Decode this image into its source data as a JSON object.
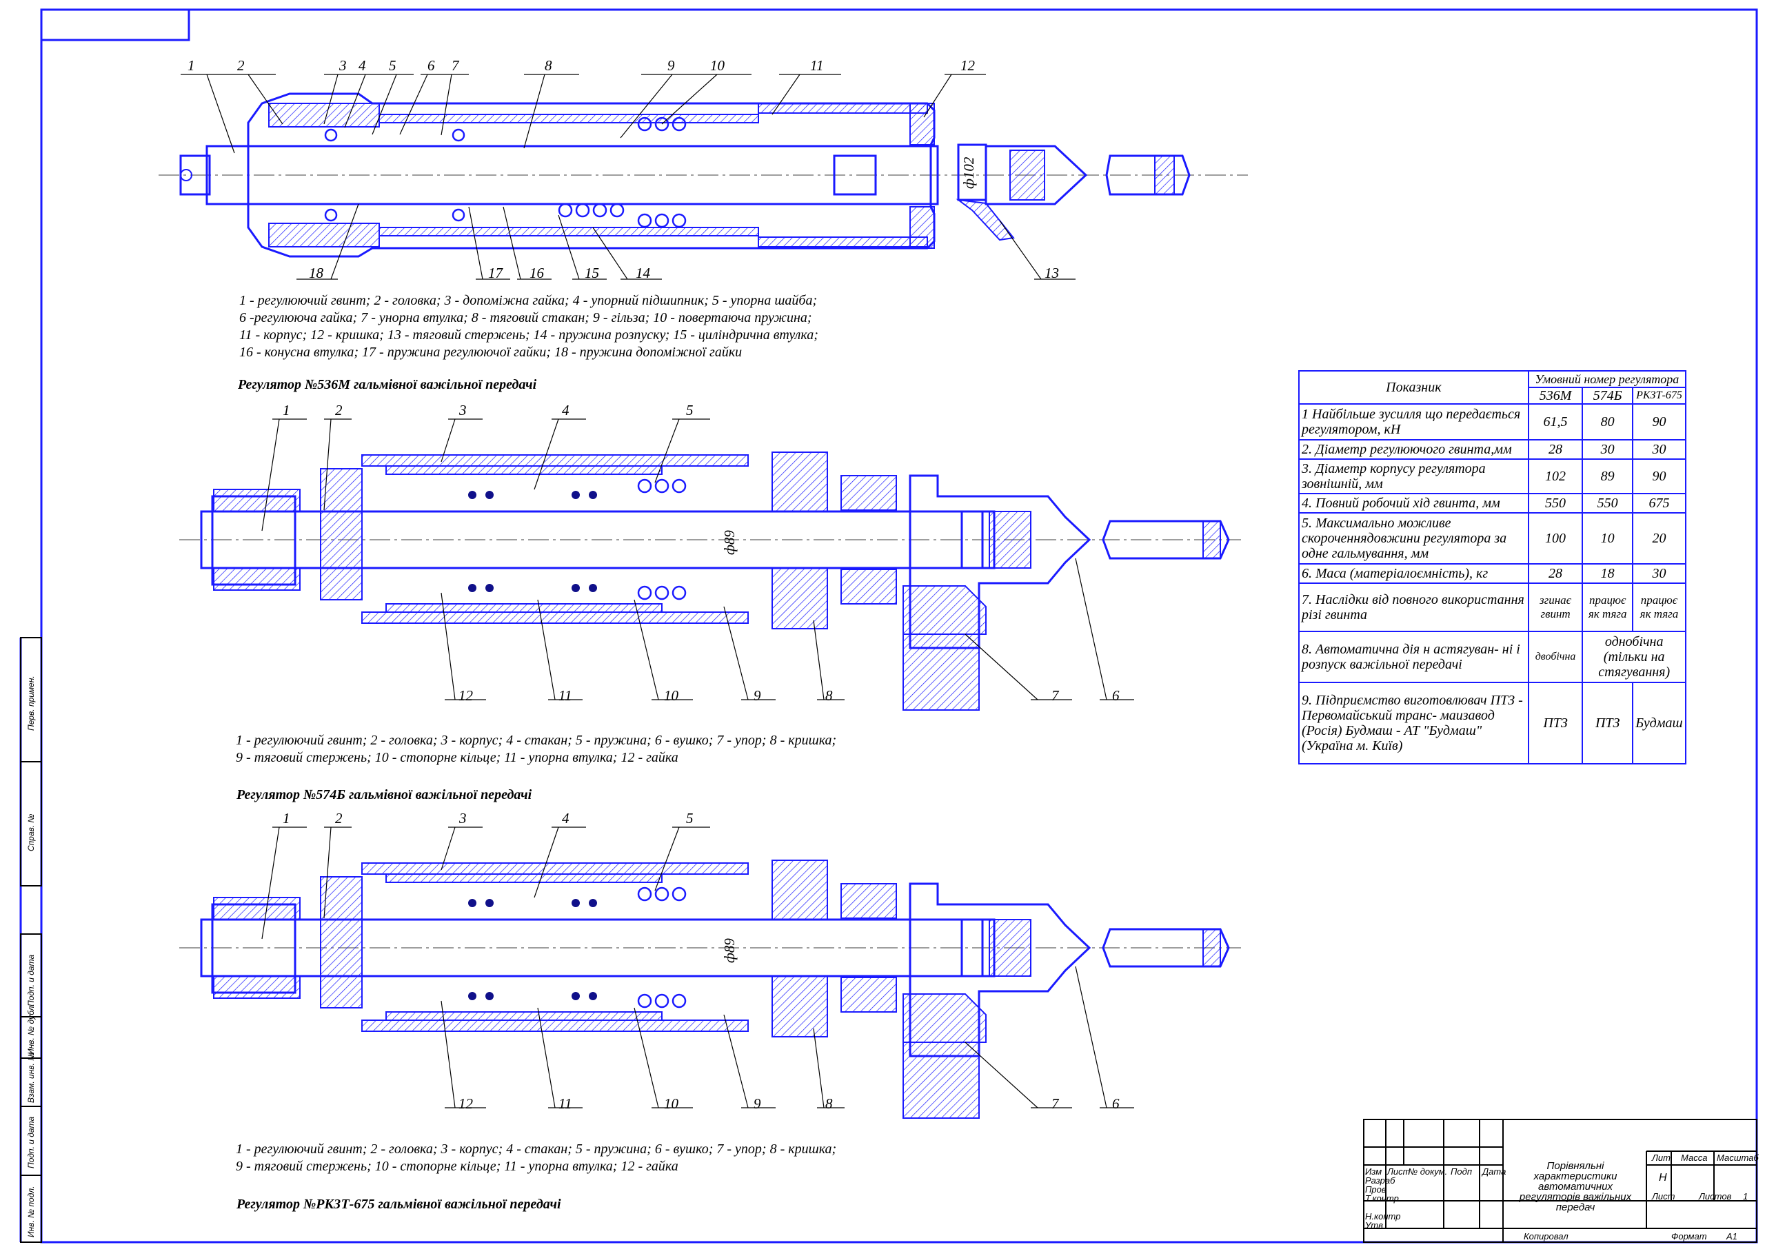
{
  "regulator_536": {
    "callouts_top": [
      "1",
      "2",
      "3",
      "4",
      "5",
      "6",
      "7",
      "8",
      "9",
      "10",
      "11",
      "12"
    ],
    "callouts_bottom": [
      "18",
      "17",
      "16",
      "15",
      "14",
      "13"
    ],
    "dim": "ф102",
    "legend": [
      "1 - регулюючий гвинт; 2 - головка; 3 - допоміжна гайка; 4 - упорний підшипник; 5 - упорна шайба;",
      "6 -регулююча гайка; 7 - унорна втулка; 8 - тяговий стакан; 9 - гільза; 10 - повертаюча пружина;",
      "11 - корпус; 12 - кришка; 13 - тяговий стержень; 14 - пружина розпуску; 15 - циліндрична втулка;",
      "16 - конусна втулка; 17 - пружина регулюючої гайки; 18 - пружина допоміжної гайки"
    ],
    "title": "Регулятор №536М гальмівної важільної передачі"
  },
  "regulator_574": {
    "callouts_top": [
      "1",
      "2",
      "3",
      "4",
      "5"
    ],
    "callouts_bottom": [
      "12",
      "11",
      "10",
      "9",
      "8",
      "7",
      "6"
    ],
    "dim": "ф89",
    "legend": [
      "1 - регулюючий гвинт; 2 - головка; 3 - корпус; 4 - стакан; 5 - пружина; 6 - вушко; 7 - упор; 8 - кришка;",
      "9 - тяговий стержень; 10 - стопорне кільце; 11 - упорна втулка; 12 - гайка"
    ],
    "title": "Регулятор №574Б гальмівної важільної передачі"
  },
  "regulator_rkzt": {
    "callouts_top": [
      "1",
      "2",
      "3",
      "4",
      "5"
    ],
    "callouts_bottom": [
      "12",
      "11",
      "10",
      "9",
      "8",
      "7",
      "6"
    ],
    "dim": "ф89",
    "legend": [
      "1 - регулюючий гвинт; 2 - головка; 3 - корпус; 4 - стакан; 5 - пружина; 6 - вушко; 7 - упор; 8 - кришка;",
      "9 - тяговий стержень; 10 - стопорне кільце; 11 - упорна втулка; 12 - гайка"
    ],
    "title": "Регулятор №РКЗТ-675 гальмівної важільної передачі"
  },
  "table": {
    "header_param": "Показник",
    "header_group": "Умовний номер регулятора",
    "columns": [
      "536М",
      "574Б",
      "РКЗТ-675"
    ],
    "rows": [
      {
        "label": "1 Найбільше зусилля що передається регулятором, кН",
        "v": [
          "61,5",
          "80",
          "90"
        ]
      },
      {
        "label": "2. Діаметр регулюючого гвинта,мм",
        "v": [
          "28",
          "30",
          "30"
        ]
      },
      {
        "label": "3. Діаметр корпусу регулятора зовнішній, мм",
        "v": [
          "102",
          "89",
          "90"
        ]
      },
      {
        "label": "4. Повний робочий хід гвинта, мм",
        "v": [
          "550",
          "550",
          "675"
        ]
      },
      {
        "label": "5. Максимально можливе скороченнядовжини регулятора за одне гальмування, мм",
        "v": [
          "100",
          "10",
          "20"
        ]
      },
      {
        "label": "6. Маса (матеріалоємність), кг",
        "v": [
          "28",
          "18",
          "30"
        ]
      },
      {
        "label": "7. Наслідки від повного використання різі гвинта",
        "v": [
          "згинає гвинт",
          "працює як тяга",
          "працює як тяга"
        ]
      },
      {
        "label": "8. Автоматична дія н астягуван- ні і розпуск важільної передачі",
        "v": [
          "двобічна",
          "однобічна (тільки на стягування)"
        ]
      },
      {
        "label": "9. Підприємство виготовлювач ПТЗ - Первомайський транс- маизавод (Росія) Будмаш - АТ \"Будмаш\" (Україна м. Київ)",
        "v": [
          "ПТЗ",
          "ПТЗ",
          "Будмаш"
        ]
      }
    ]
  },
  "title_block": {
    "doc_title": "Порівняльні характеристики автоматичних регуляторів важільних передач",
    "cols": [
      "Изм",
      "Лист",
      "№ докум.",
      "Подп",
      "Дата"
    ],
    "roles": [
      "Разраб",
      "Пров",
      "Т.контр",
      "",
      "Н.контр",
      "Утв"
    ],
    "lit": "Лит",
    "mass": "Масса",
    "scale": "Масштаб",
    "lit_value": "Н",
    "sheet": "Лист",
    "sheets": "Листов",
    "sheets_value": "1",
    "copied": "Копировал",
    "format": "Формат",
    "format_value": "А1"
  },
  "side_stamp": [
    "Перв. примен.",
    "Справ. №",
    "Подп. и дата",
    "Инв. № дубл.",
    "Взам. инв. №",
    "Подп. и дата",
    "Инв. № подл."
  ]
}
